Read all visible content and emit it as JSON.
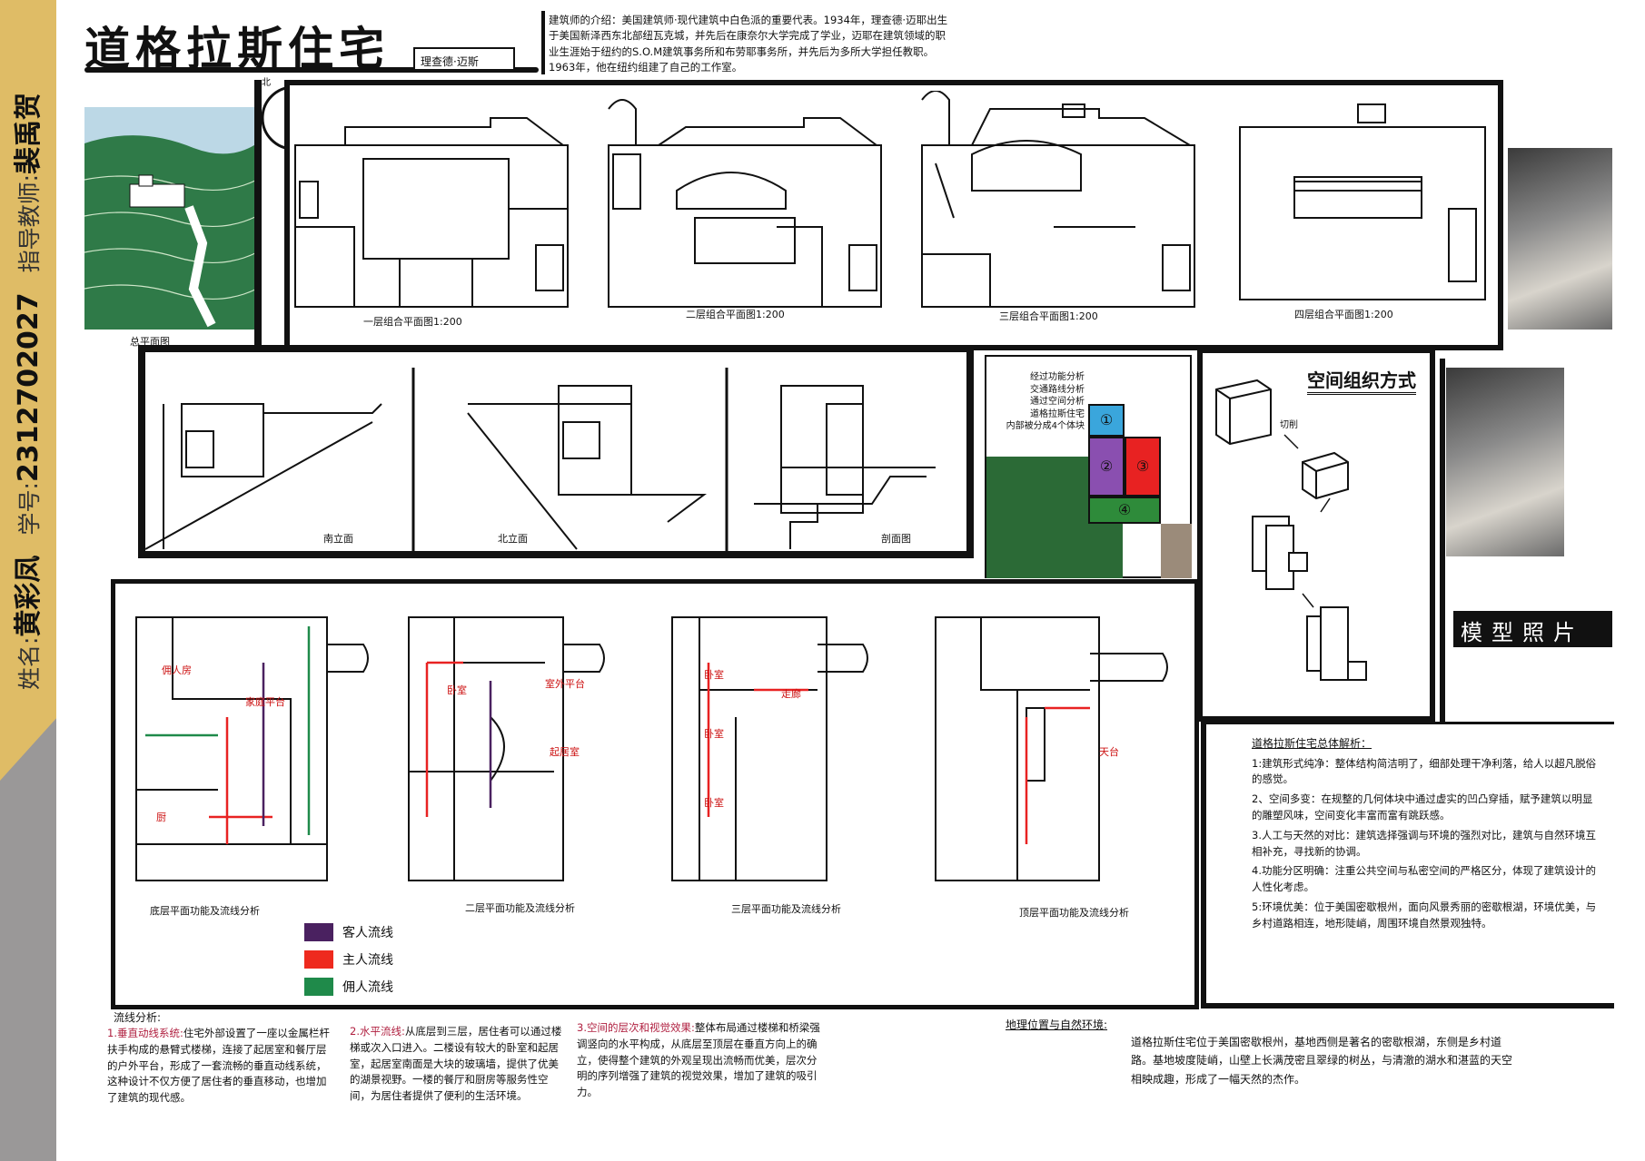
{
  "sidebar": {
    "name_label": "姓名:",
    "name": "黄彩凤",
    "id_label": "学号:",
    "id": "2312702027",
    "teacher_label": "指导教师:",
    "teacher": "裴禹贺"
  },
  "header": {
    "title": "道格拉斯住宅",
    "architect": "理查德·迈斯",
    "intro": "建筑师的介绍：美国建筑师·现代建筑中白色派的重要代表。1934年，理查德·迈耶出生于美国新泽西东北部纽瓦克城，并先后在康奈尔大学完成了学业，迈耶在建筑领域的职业生涯始于纽约的S.O.M建筑事务所和布劳耶事务所，并先后为多所大学担任教职。1963年，他在纽约组建了自己的工作室。"
  },
  "site": {
    "north": "北",
    "label": "总平面图"
  },
  "plans": [
    {
      "label": "一层组合平面图1:200"
    },
    {
      "label": "二层组合平面图1:200"
    },
    {
      "label": "三层组合平面图1:200"
    },
    {
      "label": "四层组合平面图1:200"
    }
  ],
  "elevations": [
    {
      "label": "南立面"
    },
    {
      "label": "北立面"
    },
    {
      "label": "剖面图"
    }
  ],
  "function_diagram": {
    "text": [
      "经过功能分析",
      "交通路线分析",
      "通过空间分析",
      "道格拉斯住宅",
      "内部被分成4个体块"
    ],
    "blocks": [
      "①",
      "②",
      "③",
      "④"
    ],
    "colors": {
      "blue": "#3aa6dc",
      "purple": "#8a4fb0",
      "red": "#e82222",
      "green": "#2e8b3a"
    }
  },
  "space_org": {
    "title": "空间组织方式",
    "cut": "切削"
  },
  "model": {
    "label": "模型照片"
  },
  "flow_plans": [
    {
      "label": "底层平面功能及流线分析",
      "rooms": [
        "佣人房",
        "家庭平台",
        "厨"
      ]
    },
    {
      "label": "二层平面功能及流线分析",
      "rooms": [
        "卧室",
        "室外平台",
        "起居室"
      ]
    },
    {
      "label": "三层平面功能及流线分析",
      "rooms": [
        "卧室",
        "走廊",
        "卧室",
        "卧室"
      ]
    },
    {
      "label": "顶层平面功能及流线分析",
      "rooms": [
        "天台"
      ]
    }
  ],
  "legend": [
    {
      "label": "客人流线",
      "color": "#4a2160"
    },
    {
      "label": "主人流线",
      "color": "#ee2a1e"
    },
    {
      "label": "佣人流线",
      "color": "#1f8a4a"
    }
  ],
  "analysis": {
    "title": "道格拉斯住宅总体解析：",
    "items": [
      "1:建筑形式纯净：整体结构简洁明了，细部处理干净利落，给人以超凡脱俗的感觉。",
      "2、空间多变：在规整的几何体块中通过虚实的凹凸穿插，赋予建筑以明显的雕塑风味，空间变化丰富而富有跳跃感。",
      "3.人工与天然的对比：建筑选择强调与环境的强烈对比，建筑与自然环境互相补充，寻找新的协调。",
      "4.功能分区明确：注重公共空间与私密空间的严格区分，体现了建筑设计的人性化考虑。",
      "5:环境优美：位于美国密歇根州，面向风景秀丽的密歇根湖，环境优美，与乡村道路相连，地形陡峭，周围环境自然景观独特。"
    ]
  },
  "flow": {
    "title": "流线分析:",
    "blocks": [
      {
        "head": "1.垂直动线系统:",
        "body": "住宅外部设置了一座以金属栏杆扶手构成的悬臂式楼梯，连接了起居室和餐厅层的户外平台，形成了一套流畅的垂直动线系统，这种设计不仅方便了居住者的垂直移动，也增加了建筑的现代感。"
      },
      {
        "head": "2.水平流线:",
        "body": "从底层到三层，居住者可以通过楼梯或次入口进入。二楼设有较大的卧室和起居室，起居室南面是大块的玻璃墙，提供了优美的湖景视野。一楼的餐厅和厨房等服务性空间，为居住者提供了便利的生活环境。"
      },
      {
        "head": "3.空间的层次和视觉效果:",
        "body": "整体布局通过楼梯和桥梁强调竖向的水平构成，从底层至顶层在垂直方向上的确立，使得整个建筑的外观呈现出流畅而优美，层次分明的序列增强了建筑的视觉效果，增加了建筑的吸引力。"
      }
    ]
  },
  "location": {
    "title": "地理位置与自然环境:",
    "body": "道格拉斯住宅位于美国密歇根州，基地西侧是著名的密歇根湖，东侧是乡村道路。基地坡度陡峭，山壁上长满茂密且翠绿的树丛，与清澈的湖水和湛蓝的天空相映成趣，形成了一幅天然的杰作。"
  }
}
